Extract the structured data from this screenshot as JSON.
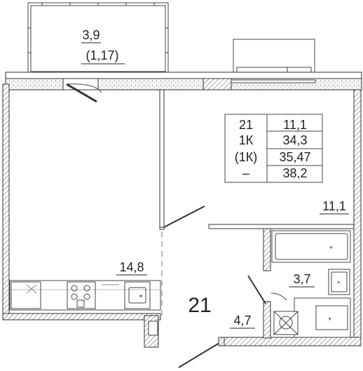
{
  "balcony": {
    "area": "3,9",
    "reduced_area": "(1,17)"
  },
  "rooms": {
    "living": "14,8",
    "kitchen": "11,1",
    "bathroom": "3,7",
    "hall": "4,7"
  },
  "apartment": {
    "number": "21",
    "type": "1К",
    "euro_type": "(1К)",
    "dash": "–",
    "kitchen_area": "11,1",
    "living_area": "34,3",
    "total_area": "35,47",
    "total_area_with_balcony": "38,2"
  }
}
